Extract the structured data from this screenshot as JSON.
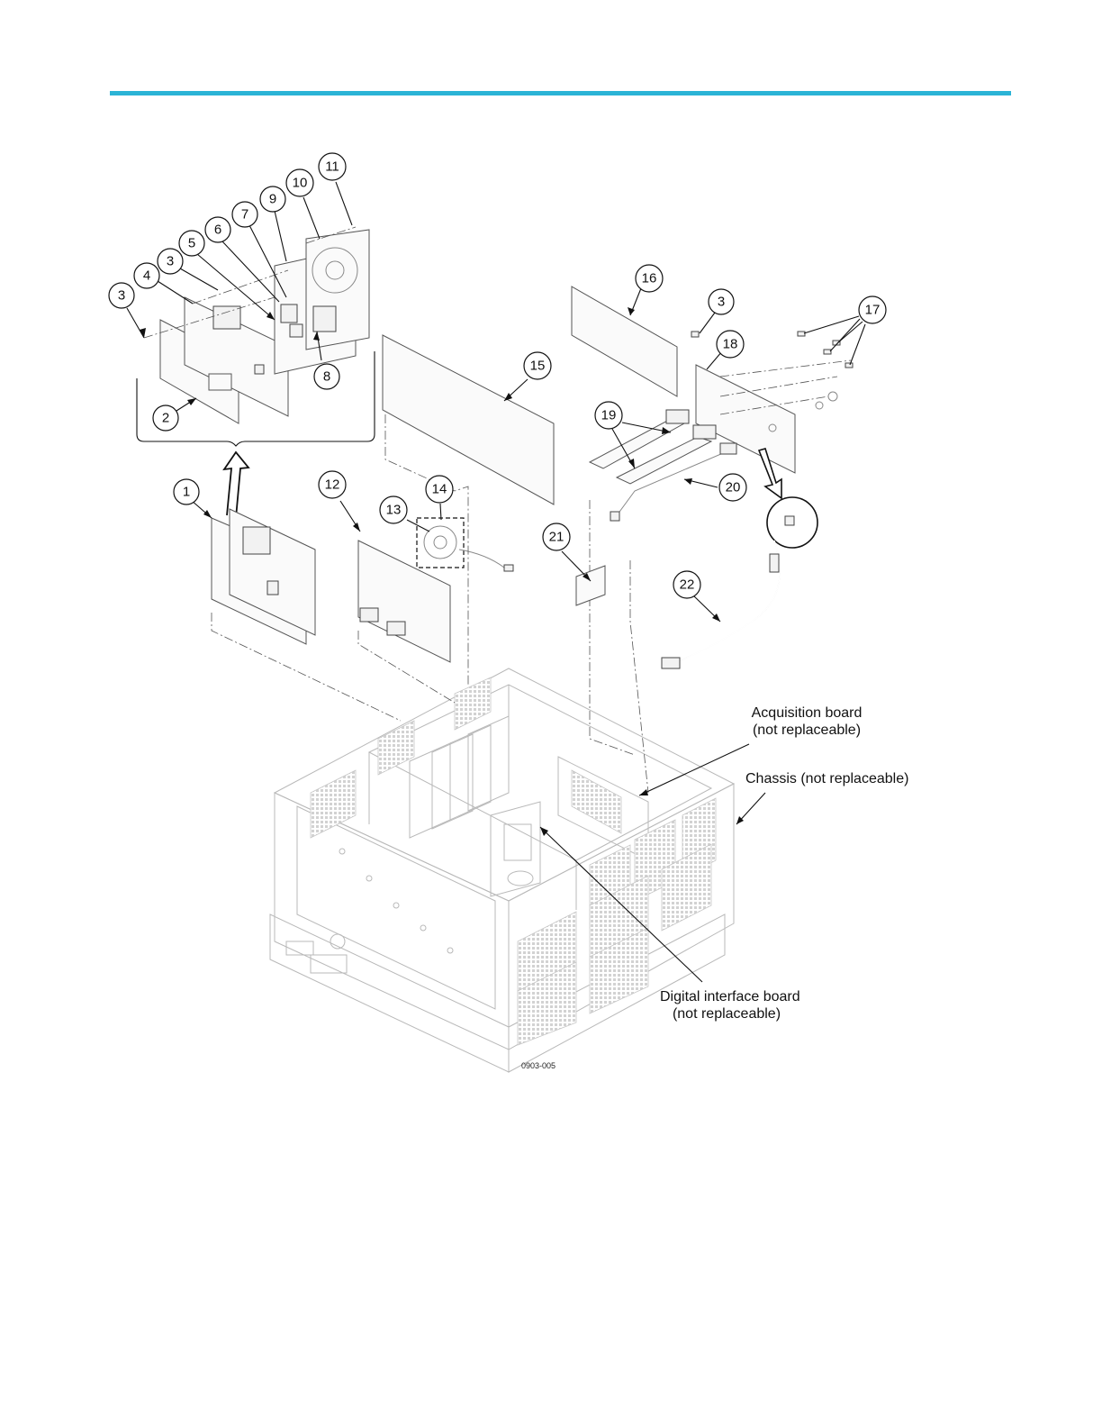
{
  "header": {
    "rule_color": "#2bb4d6"
  },
  "callouts": {
    "c1": "1",
    "c2": "2",
    "c3a": "3",
    "c3b": "3",
    "c3c": "3",
    "c4": "4",
    "c5": "5",
    "c6": "6",
    "c7": "7",
    "c8": "8",
    "c9": "9",
    "c10": "10",
    "c11": "11",
    "c12": "12",
    "c13": "13",
    "c14": "14",
    "c15": "15",
    "c16": "16",
    "c17": "17",
    "c18": "18",
    "c19": "19",
    "c20": "20",
    "c21": "21",
    "c22": "22"
  },
  "labels": {
    "acquisition_line1": "Acquisition board",
    "acquisition_line2": "(not replaceable)",
    "chassis": "Chassis (not replaceable)",
    "digital_line1": "Digital interface board",
    "digital_line2": "(not replaceable)"
  },
  "figure_id": "0903-005"
}
